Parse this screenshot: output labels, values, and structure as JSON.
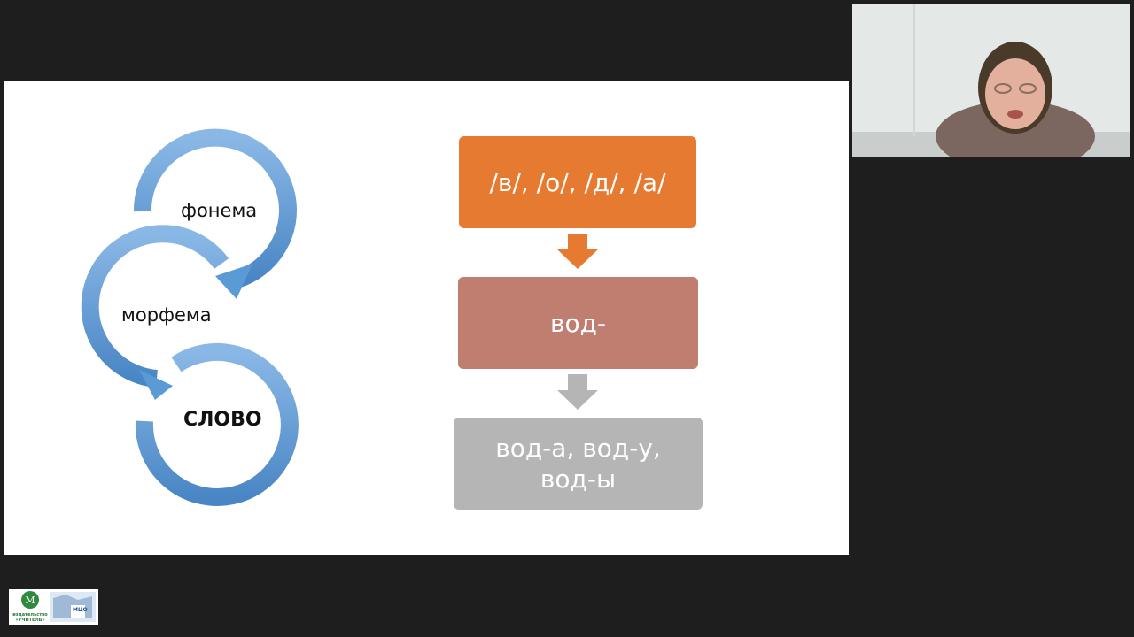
{
  "slide": {
    "cycle": {
      "phoneme": "фонема",
      "morpheme": "морфема",
      "word": "СЛОВО"
    },
    "boxes": {
      "phonemes": "/в/, /о/, /д/, /а/",
      "root": "вод-",
      "forms_line1": "вод-а, вод-у,",
      "forms_line2": "вод-ы"
    },
    "colors": {
      "cycle_blue": "#5b9bd5",
      "phoneme_box": "#e57a30",
      "root_box": "#c07e70",
      "forms_box": "#b5b5b5"
    }
  },
  "logo": {
    "publisher": "издательство «УЧИТЕЛЬ»",
    "partner": "МЦО"
  }
}
